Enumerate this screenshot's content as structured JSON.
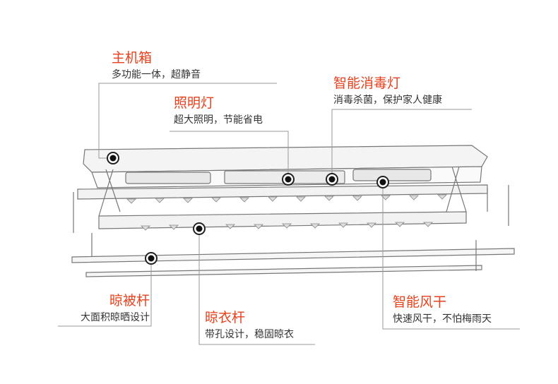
{
  "accent_color": "#e8401c",
  "text_color": "#333333",
  "line_color": "#888888",
  "callouts": [
    {
      "id": "host-box",
      "title": "主机箱",
      "desc": "多功能一体，超静音"
    },
    {
      "id": "disinfection-light",
      "title": "智能消毒灯",
      "desc": "消毒杀菌，保护家人健康"
    },
    {
      "id": "lighting",
      "title": "照明灯",
      "desc": "超大照明，节能省电"
    },
    {
      "id": "quilt-rod",
      "title": "晾被杆",
      "desc": "大面积晾晒设计"
    },
    {
      "id": "clothes-rod",
      "title": "晾衣杆",
      "desc": "带孔设计，稳固晾衣"
    },
    {
      "id": "air-dry",
      "title": "智能风干",
      "desc": "快速风干，不怕梅雨天"
    }
  ]
}
